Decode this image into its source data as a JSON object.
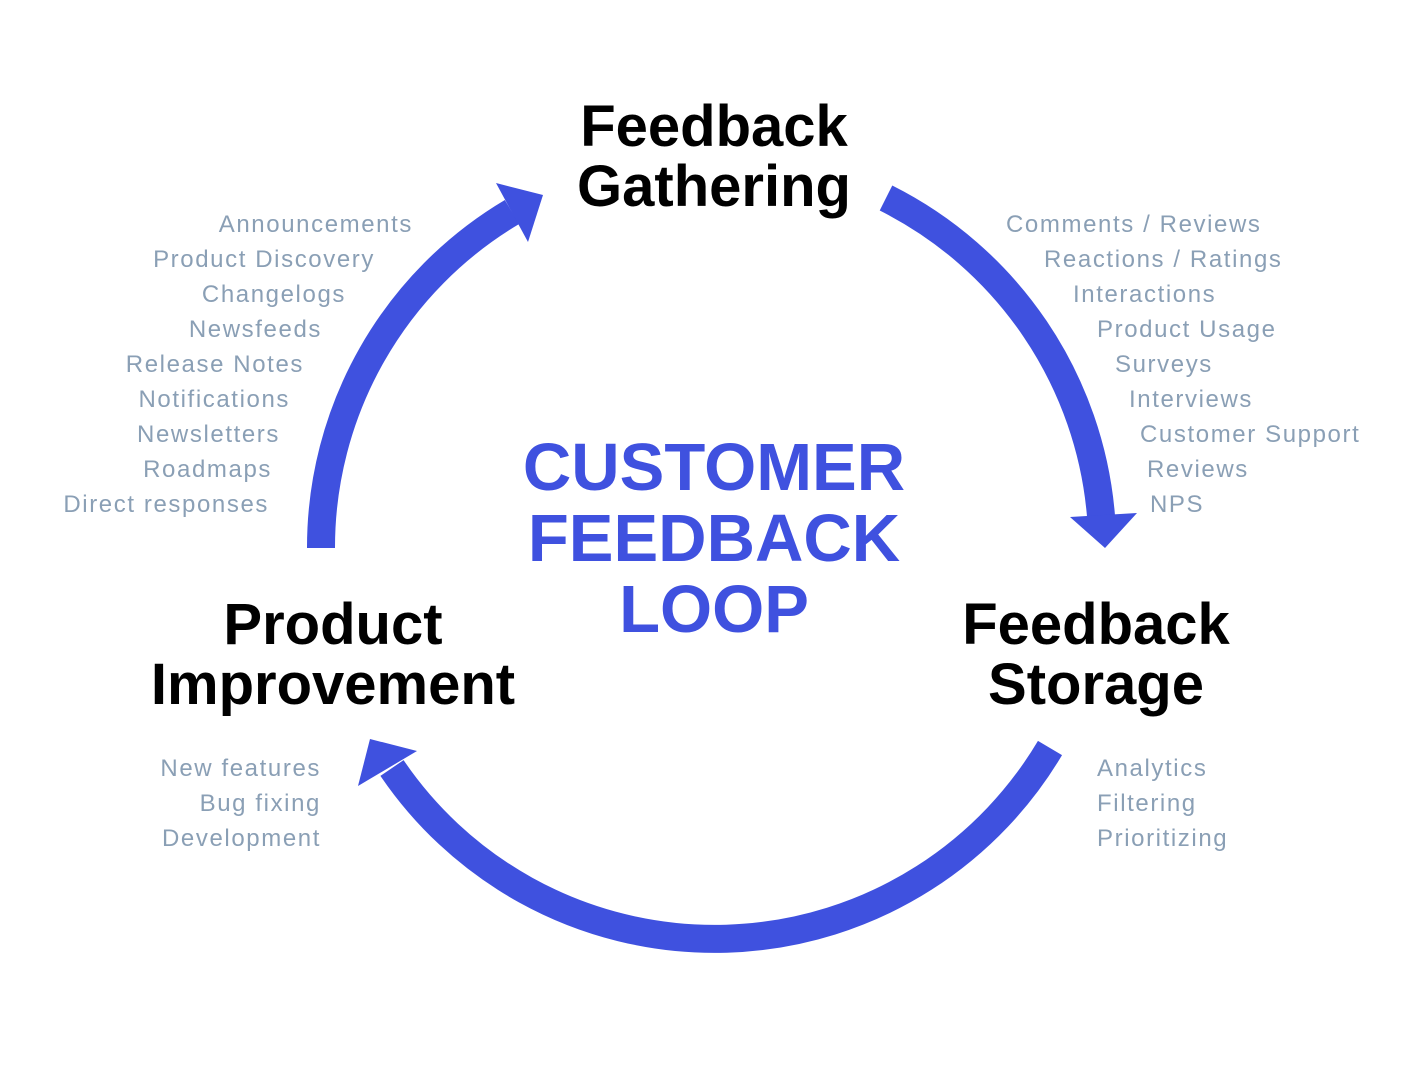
{
  "colors": {
    "accent": "#3f51df",
    "muted_text": "#8a9fb5",
    "heading": "#000000"
  },
  "center_title": [
    "CUSTOMER",
    "FEEDBACK",
    "LOOP"
  ],
  "stages": {
    "gathering": {
      "line1": "Feedback",
      "line2": "Gathering"
    },
    "storage": {
      "line1": "Feedback",
      "line2": "Storage"
    },
    "improvement": {
      "line1": "Product",
      "line2": "Improvement"
    }
  },
  "gathering_sources": [
    "Comments / Reviews",
    "Reactions / Ratings",
    "Interactions",
    "Product Usage",
    "Surveys",
    "Interviews",
    "Customer Support",
    "Reviews",
    "NPS"
  ],
  "storage_actions": [
    "Analytics",
    "Filtering",
    "Prioritizing"
  ],
  "improvement_actions": [
    "New features",
    "Bug fixing",
    "Development"
  ],
  "communication_channels": [
    "Announcements",
    "Product Discovery",
    "Changelogs",
    "Newsfeeds",
    "Release Notes",
    "Notifications",
    "Newsletters",
    "Roadmaps",
    "Direct responses"
  ]
}
